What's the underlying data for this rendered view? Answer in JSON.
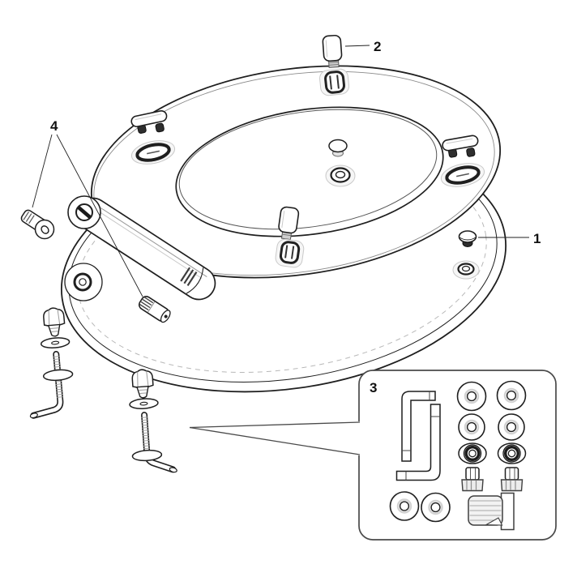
{
  "figure": {
    "type": "exploded-parts-diagram",
    "subject": "toilet-seat-assembly",
    "background": "#ffffff",
    "line_color": "#1f1f1f",
    "shade_color": "#ececec",
    "dark_color": "#2e2e2e"
  },
  "callouts": [
    {
      "label": "1"
    },
    {
      "label": "2"
    },
    {
      "label": "3"
    },
    {
      "label": "4"
    }
  ]
}
